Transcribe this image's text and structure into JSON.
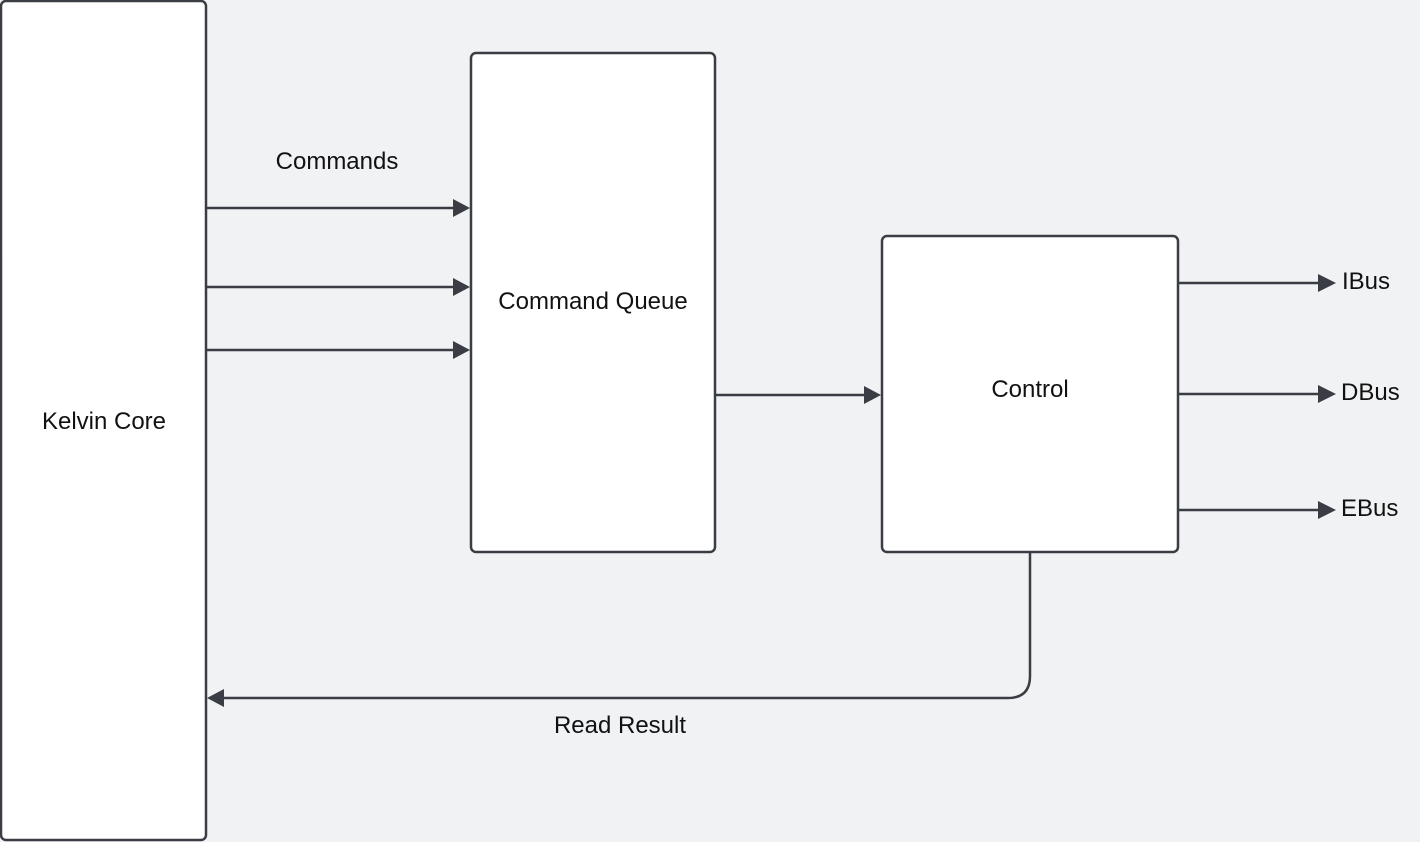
{
  "nodes": {
    "kelvin_core": "Kelvin Core",
    "command_queue": "Command Queue",
    "control": "Control"
  },
  "edge_labels": {
    "commands": "Commands",
    "read_result": "Read Result"
  },
  "outputs": {
    "ibus": "IBus",
    "dbus": "DBus",
    "ebus": "EBus"
  },
  "colors": {
    "background": "#f1f2f4",
    "box_fill": "#ffffff",
    "stroke": "#3a3d44",
    "text": "#111111"
  }
}
